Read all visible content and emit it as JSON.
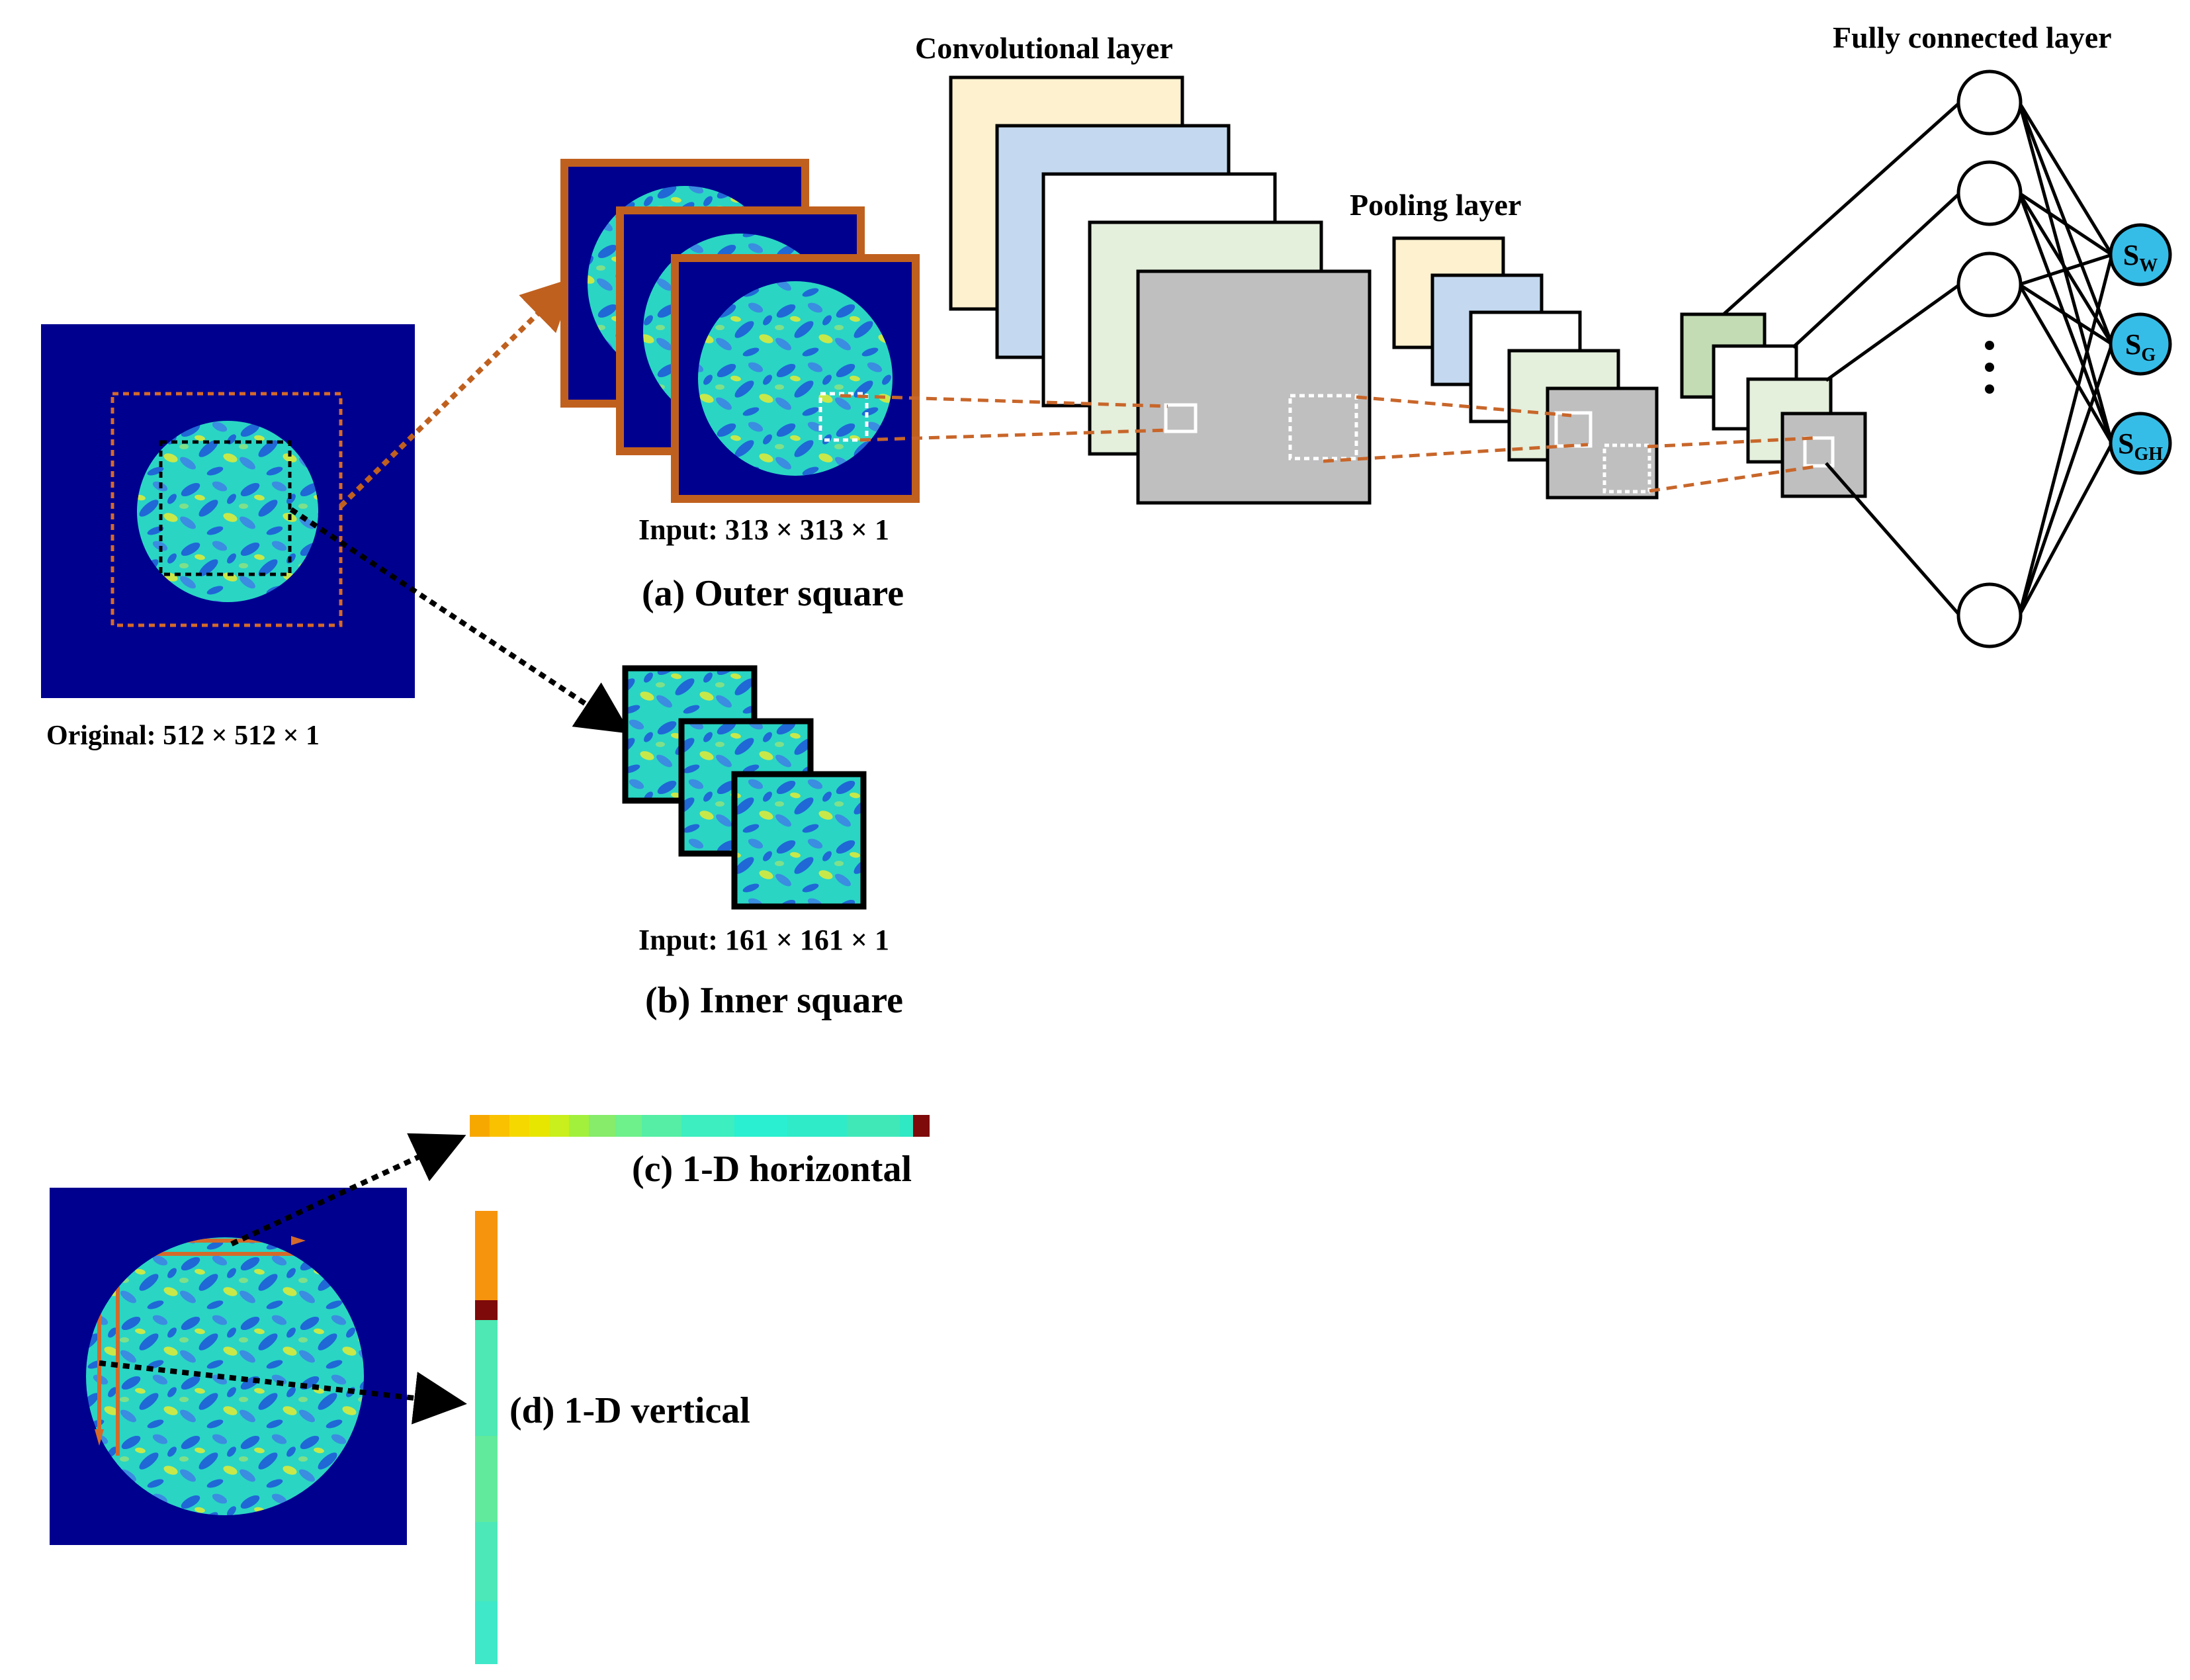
{
  "labels": {
    "original": "Original:  512 × 512 × 1",
    "input_outer": "Input: 313 × 313 × 1",
    "outer_caption": "(a) Outer square",
    "input_inner": "Input: 161 × 161 × 1",
    "inner_caption": "(b) Inner square",
    "horizontal_caption": "(c) 1-D horizontal",
    "vertical_caption": "(d) 1-D vertical",
    "conv_layer": "Convolutional layer",
    "pooling_layer": "Pooling layer",
    "fc_layer": "Fully connected layer",
    "outputs": [
      {
        "base": "S",
        "sub": "W"
      },
      {
        "base": "S",
        "sub": "G"
      },
      {
        "base": "S",
        "sub": "GH"
      }
    ]
  },
  "colors": {
    "background_navy": "#00008f",
    "pattern_base": "#2ad5c4",
    "pattern_blue": "#1f68d6",
    "pattern_yellow": "#c8e84a",
    "outer_border": "#c0601e",
    "inner_border": "#000000",
    "conv_yellow": "#fdf1cf",
    "conv_blue": "#c4d9ef",
    "conv_green": "#e4efdc",
    "feature_gray": "#bfbfbf",
    "fc_green": "#c3dcb4",
    "output_node": "#35bde8",
    "dash_orange": "#c8662a"
  }
}
